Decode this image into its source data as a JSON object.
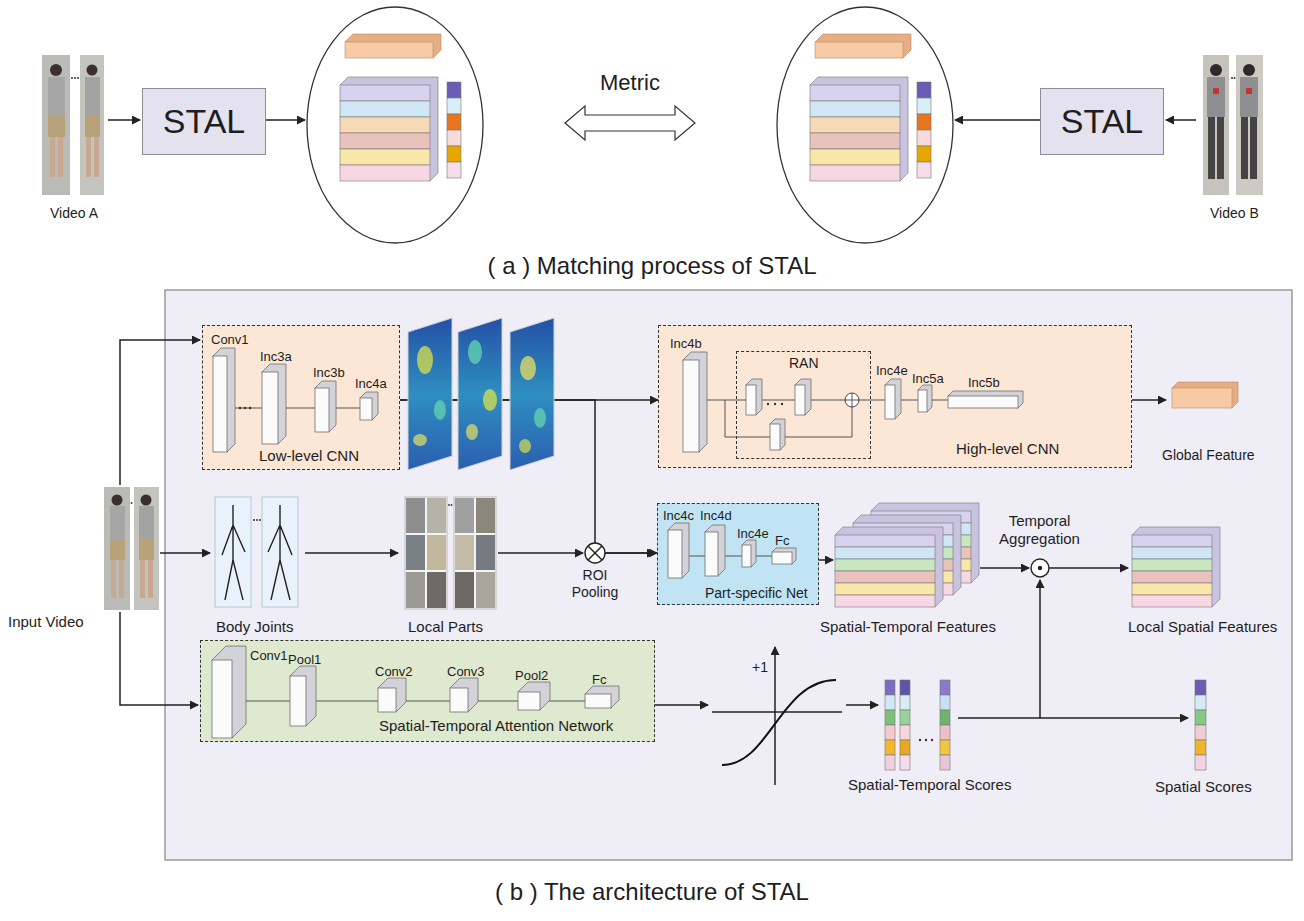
{
  "diagram": {
    "nodes": [
      {
        "text": [
          "STAL"
        ]
      },
      {
        "text": [
          "STAL"
        ]
      },
      {
        "text": [
          "Low-level CNN"
        ]
      },
      {
        "text": [
          "High-level CNN"
        ]
      },
      {
        "text": [
          "RAN"
        ],
        "in": 3
      },
      {
        "text": [
          "Part-specific Net"
        ]
      },
      {
        "text": [
          "Spatial-Temporal Attention Network"
        ]
      }
    ],
    "edges": [
      {
        "from": 2,
        "to": 3,
        "arrow": "to"
      },
      {
        "from": 2,
        "to": 5,
        "arrow": "to"
      }
    ],
    "labels": [
      "Video A",
      "Metric",
      "Video B",
      "( a ) Matching process of STAL",
      "Conv1",
      "Inc3a",
      "Inc3b",
      "Inc4a",
      "Inc4b",
      "Inc4e",
      "Inc5a",
      "Inc5b",
      "Global Feature",
      "Body Joints",
      "Local Parts",
      "ROI Pooling",
      "Inc4c",
      "Inc4d",
      "Inc4e",
      "Fc",
      "Spatial-Temporal Features",
      "Temporal Aggregation",
      "Local Spatial Features",
      "Input Video",
      "Conv1",
      "Pool1",
      "Conv2",
      "Conv3",
      "Pool2",
      "Fc",
      "+1",
      "Spatial-Temporal Scores",
      "Spatial Scores",
      "( b ) The architecture of STAL"
    ]
  }
}
